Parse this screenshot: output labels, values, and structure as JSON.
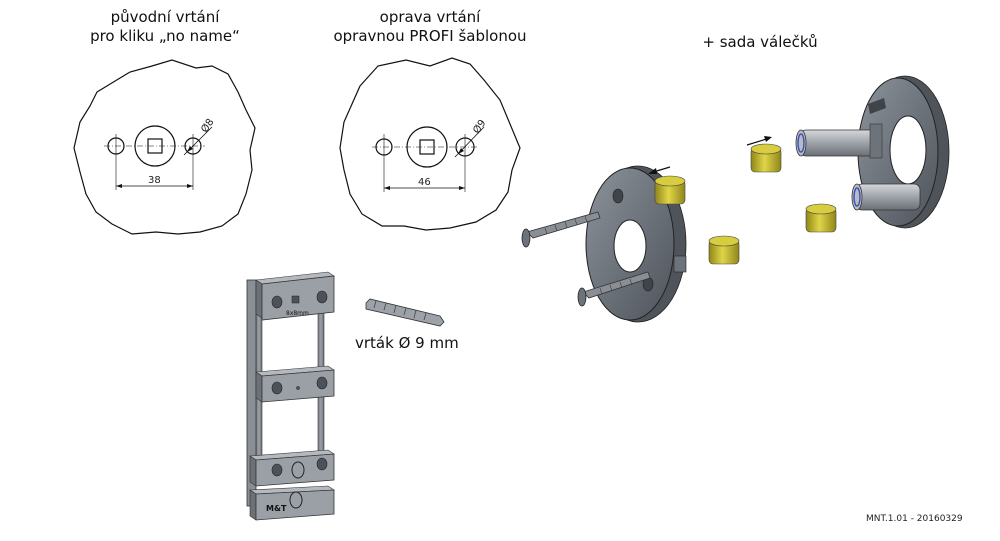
{
  "captions": {
    "original_line1": "původní vrtání",
    "original_line2": "pro kliku „no name“",
    "repair_line1": "oprava vrtání",
    "repair_line2": "opravnou PROFI šablonou",
    "rollers": "+ sada válečků"
  },
  "dimensions": {
    "original_spacing": "38",
    "original_hole": "Ø8",
    "repair_spacing": "46",
    "repair_hole": "Ø9"
  },
  "template_marks": {
    "size": "8x8mm",
    "brand": "M&T"
  },
  "drill_label": "vrták Ø 9 mm",
  "doc_code": "MNT.1.01 - 20160329",
  "colors": {
    "metal_dark": "#5b5f66",
    "metal_light": "#9aa0a8",
    "roller": "#c9be2a",
    "outline": "#222222"
  }
}
